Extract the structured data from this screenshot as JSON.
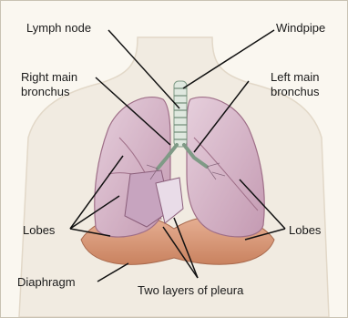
{
  "labels": {
    "lymph_node": "Lymph node",
    "windpipe": "Windpipe",
    "right_main_bronchus_line1": "Right main",
    "right_main_bronchus_line2": "bronchus",
    "left_main_bronchus_line1": "Left main",
    "left_main_bronchus_line2": "bronchus",
    "lobes_left": "Lobes",
    "lobes_right": "Lobes",
    "diaphragm": "Diaphragm",
    "two_layers_of_pleura": "Two layers of pleura"
  },
  "colors": {
    "background": "#faf7f0",
    "torso": "#f1ebe1",
    "lung": "#d8b8cb",
    "lung_dark": "#b9879f",
    "diaphragm": "#d99a7a",
    "trachea": "#dfe8df"
  }
}
